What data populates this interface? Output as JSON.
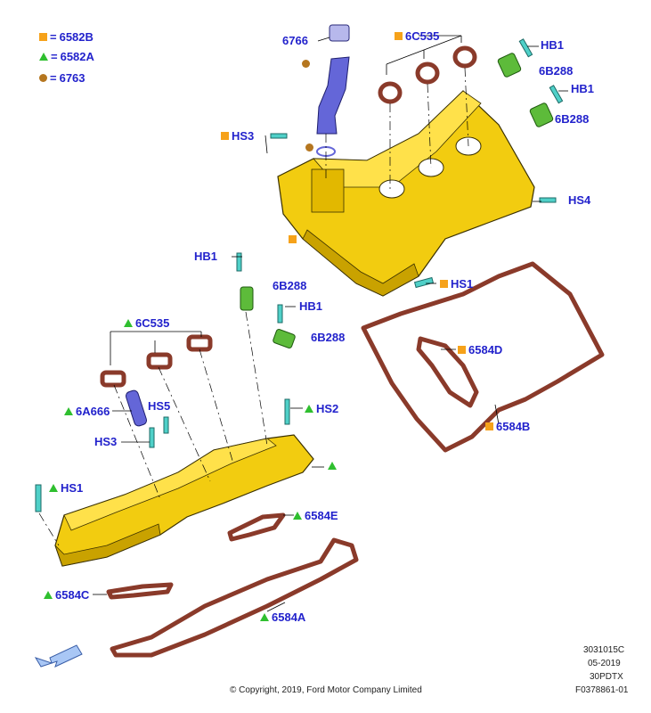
{
  "legend": [
    {
      "marker": "square",
      "eq": "=",
      "part": "6582B"
    },
    {
      "marker": "triangle",
      "eq": "=",
      "part": "6582A"
    },
    {
      "marker": "circle",
      "eq": "=",
      "part": "6763"
    }
  ],
  "parts": {
    "p6766": "6766",
    "p6c535_top": "6C535",
    "hb1_a": "HB1",
    "p6b288_a": "6B288",
    "hb1_b": "HB1",
    "p6b288_b": "6B288",
    "hs3_top": "HS3",
    "hs4": "HS4",
    "hs1_top": "HS1",
    "hb1_c": "HB1",
    "p6b288_c": "6B288",
    "hb1_d": "HB1",
    "p6b288_d": "6B288",
    "p6c535_bot": "6C535",
    "p6a666": "6A666",
    "hs5": "HS5",
    "hs2": "HS2",
    "hs3_bot": "HS3",
    "hs1_bot": "HS1",
    "p6584d": "6584D",
    "p6584b": "6584B",
    "p6584e": "6584E",
    "p6584c": "6584C",
    "p6584a": "6584A"
  },
  "meta": {
    "code1": "3031015C",
    "date": "05-2019",
    "code2": "30PDTX",
    "code3": "F0378861-01",
    "copyright": "© Copyright, 2019, Ford Motor Company Limited"
  },
  "colors": {
    "label": "#2222cc",
    "square": "#f6a21a",
    "triangle": "#2fbf2f",
    "circle": "#b5761f",
    "cover": "#f2cc10",
    "gasket": "#8a3a2a",
    "sensor": "#5dbb3a",
    "bolt": "#4fd0c8",
    "hose": "#6466d8"
  }
}
